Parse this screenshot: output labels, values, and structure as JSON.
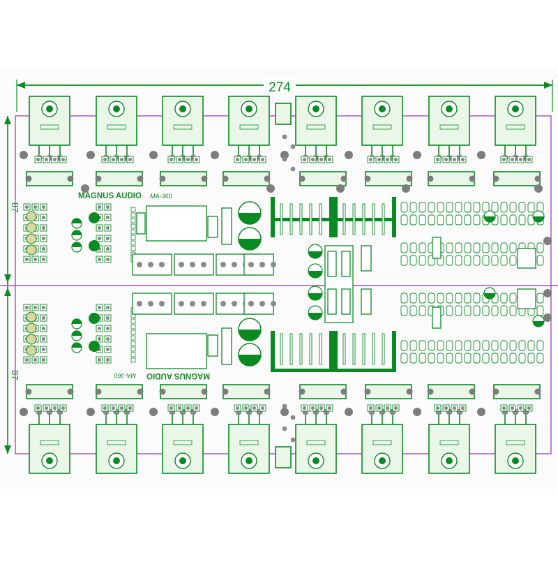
{
  "dimensions": {
    "width_label": "274",
    "height_label_top": "87",
    "height_label_bottom": "87"
  },
  "board": {
    "brand_top": "MAGNUS AUDIO",
    "model_top": "MA-360",
    "brand_bottom": "MAGNUS AUDIO",
    "model_bottom": "MA-360"
  },
  "colors": {
    "outline": "#a64cc2",
    "copper": "#0a8a23",
    "pad": "#8a8a8a",
    "dimension": "#0a8a23"
  }
}
